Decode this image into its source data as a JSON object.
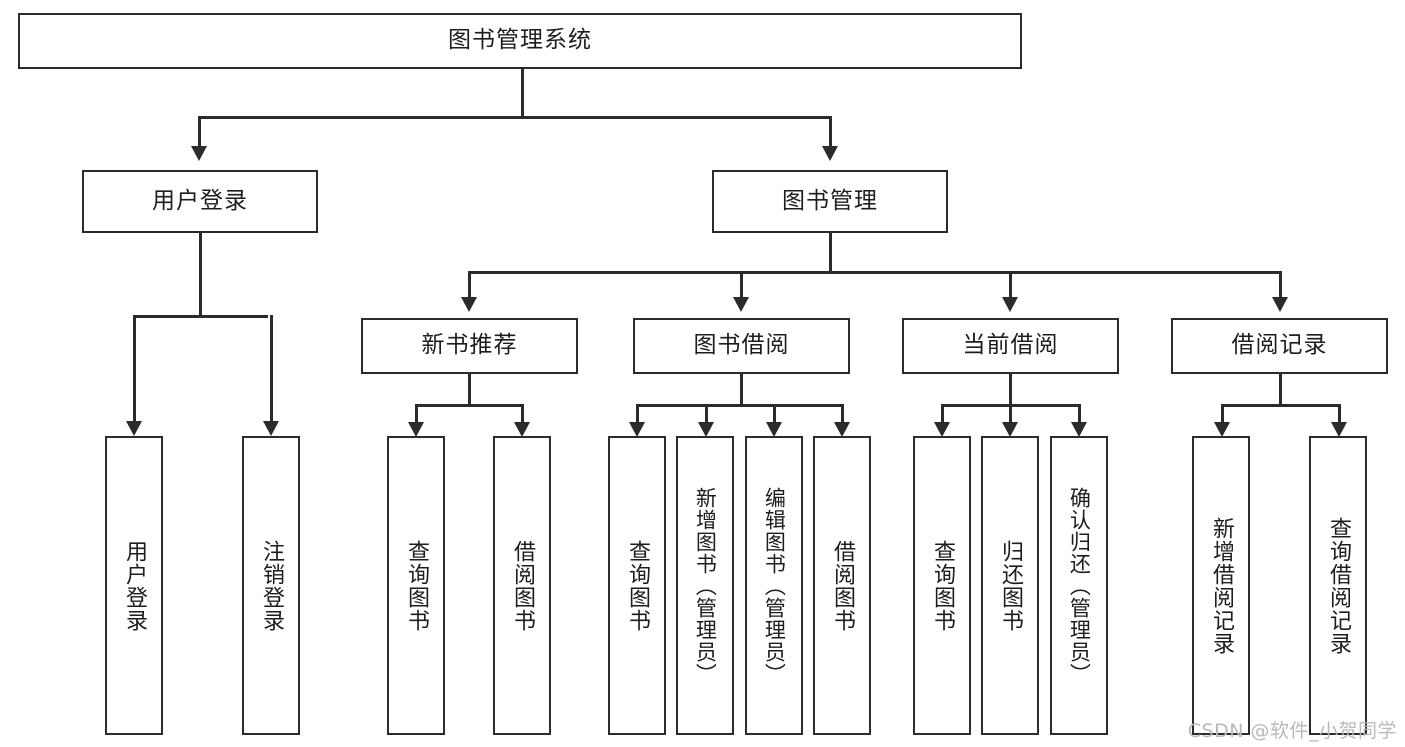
{
  "diagram": {
    "title": "图书管理系统",
    "type": "tree-hierarchy-diagram",
    "colors": {
      "box_border": "#2b2b2b",
      "box_fill": "#ffffff",
      "connector": "#2b2b2b",
      "background": "#ffffff",
      "watermark": "#b9b9b9"
    },
    "root": {
      "label": "图书管理系统"
    },
    "level2": [
      {
        "label": "用户登录"
      },
      {
        "label": "图书管理"
      }
    ],
    "level3": [
      {
        "label": "新书推荐"
      },
      {
        "label": "图书借阅"
      },
      {
        "label": "当前借阅"
      },
      {
        "label": "借阅记录"
      }
    ],
    "leaves": {
      "user_login": [
        {
          "label": "用户登录"
        },
        {
          "label": "注销登录"
        }
      ],
      "new_book_recommend": [
        {
          "label": "查询图书"
        },
        {
          "label": "借阅图书"
        }
      ],
      "book_borrow": [
        {
          "label": "查询图书"
        },
        {
          "label": "新增图书（管理员）"
        },
        {
          "label": "编辑图书（管理员）"
        },
        {
          "label": "借阅图书"
        }
      ],
      "current_borrow": [
        {
          "label": "查询图书"
        },
        {
          "label": "归还图书"
        },
        {
          "label": "确认归还（管理员）"
        }
      ],
      "borrow_record": [
        {
          "label": "新增借阅记录"
        },
        {
          "label": "查询借阅记录"
        }
      ]
    }
  },
  "watermark": {
    "text": "CSDN @软件_小贺同学"
  }
}
